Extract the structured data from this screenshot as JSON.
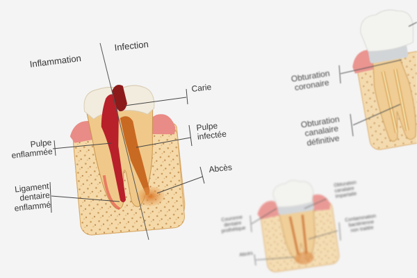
{
  "main_diagram": {
    "headings": {
      "inflammation": "Inflammation",
      "infection": "Infection"
    },
    "labels": {
      "carie": "Carie",
      "pulpe_infectee": [
        "Pulpe",
        "infectée"
      ],
      "abces": "Abcès",
      "pulpe_enflammee": [
        "Pulpe",
        "enflammée"
      ],
      "ligament": [
        "Ligament",
        "dentaire",
        "enflammé"
      ]
    }
  },
  "right_diagram": {
    "labels": {
      "obturation_coronaire": [
        "Obturation",
        "coronaire"
      ],
      "obturation_canalaire": [
        "Obturation",
        "canalaire",
        "définitive"
      ]
    }
  },
  "bottom_diagram": {
    "labels": {
      "obturation_impartaite": [
        "Obturation",
        "canalaire",
        "impartaite"
      ],
      "couronne": [
        "Couronne",
        "dentaire",
        "prothétique"
      ],
      "contamination": [
        "Contamination",
        "bactérienne",
        "non traitée"
      ],
      "abces": "Abcès"
    }
  },
  "colors": {
    "background": "#f4f4f4",
    "enamel": "#f2ecde",
    "dentin": "#f0c98a",
    "bone": "#f5d9a8",
    "gum": "#e98b86",
    "pulp_inflamed": "#b8202a",
    "pulp_infected": "#c96a22",
    "crown_prosthetic": "#f3f3f0",
    "filling": "#cfd2d6",
    "line": "#444444"
  }
}
